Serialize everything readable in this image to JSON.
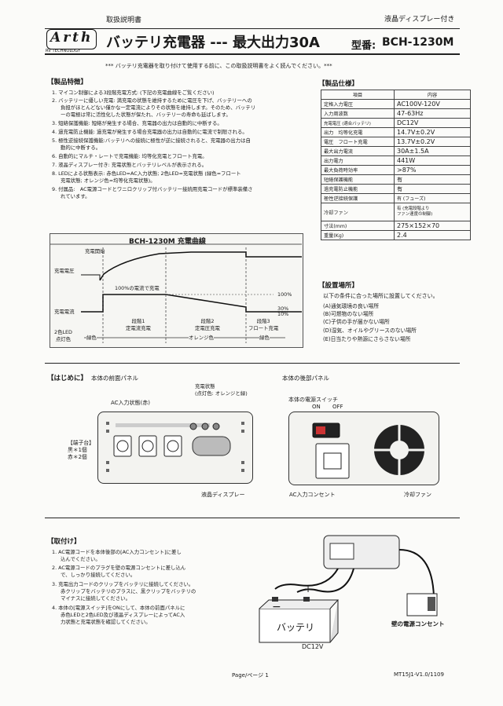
{
  "header": {
    "manual_label": "取扱説明書",
    "display_label": "液晶ディスプレー付き",
    "brand_name": "Arth",
    "brand_sub": "RV TECHNOLOGY",
    "title": "バッテリ充電器 --- 最大出力30A",
    "model_prefix": "型番:",
    "model_number": "BCH-1230M",
    "notice": "*** バッテリ充電器を取り付けて使用する前に、この取扱説明書をよく読んでください。***"
  },
  "features": {
    "heading": "【製品特徴】",
    "items": [
      "1. マイコン制御による3段階充電方式: (下記の充電曲線をご覧ください)",
      "2. バッテリーに優しい充電: 満充電の状態を維持するために電圧を下げ、バッテリーへの",
      "負担がほとんどない僅かな一定電流によりその状態を維持します。そのため、バッテリ",
      "ーの電極は常に活性化した状態が保たれ、バッテリーの寿命も延ばします。",
      "3. 短絡保護機能: 短絡が発生する場合、充電器の出力は自動的に中断する。",
      "4. 過充電防止機能: 過充電が発生する場合充電器の出力は自動的に電流で制限される。",
      "5. 極性逆接続保護機能:バッテリへの接続に極性が逆に接続されると、充電器の出力は自",
      "動的に中断する。",
      "6. 自動的にマルチ・レートで充電機能: 均等化充電とフロート充電。",
      "7. 液晶ディスプレー付き: 充電状態とバッテリレベルが表示される。",
      "8. LEDによる状態表示: 赤色LED=AC入力状態; 2色LED=充電状態 (緑色=フロート",
      "充電状態; オレンジ色=均等化充電状態)。",
      "9. 付属品:　AC電源コードとワニロクリップ付バッテリー接続用充電コードが標準装備さ",
      "れています。"
    ]
  },
  "spec": {
    "heading": "【製品仕様】",
    "col_item": "項目",
    "col_content": "内容",
    "rows": [
      {
        "k": "定格入力電圧",
        "v": "AC100V-120V"
      },
      {
        "k": "入力周波数",
        "v": "47-63Hz"
      },
      {
        "k": "充電電圧 (適合バッテリ)",
        "v": "DC12V"
      },
      {
        "k": "出力　均等化充電",
        "v": "14.7V±0.2V"
      },
      {
        "k": "電圧　フロート充電",
        "v": "13.7V±0.2V"
      },
      {
        "k": "最大出力電流",
        "v": "30A±1.5A"
      },
      {
        "k": "出力電力",
        "v": "441W"
      },
      {
        "k": "最大負荷時効率",
        "v": ">87%"
      },
      {
        "k": "短絡保護機能",
        "v": "有"
      },
      {
        "k": "過充電防止機能",
        "v": "有"
      },
      {
        "k": "極性逆接続保護",
        "v": "有 (フューズ)"
      },
      {
        "k": "冷却ファン",
        "v": "有 (充電段階より\nファン速度の制御)"
      },
      {
        "k": "寸法(mm)",
        "v": "275×152×70"
      },
      {
        "k": "重量(Kg)",
        "v": "2.4"
      }
    ]
  },
  "curve": {
    "title": "BCH-1230M 充電曲線",
    "charge_start": "充電開始",
    "voltage_label": "充電電圧",
    "current_label": "充電電流",
    "full_current": "100%の電流で充電",
    "pct_100": "100%",
    "pct_30": "30%",
    "pct_10": "10%",
    "stage1": "段階1\n定電流充電",
    "stage2": "段階2\n定電圧充電",
    "stage3": "段階3\nフロート充電",
    "led_label": "2色LED\n点灯色",
    "green1": "緑色",
    "orange": "オレンジ色",
    "green2": "緑色"
  },
  "install": {
    "heading": "【設置場所】",
    "intro": "以下の条件に合った場所に設置してください。",
    "items": [
      "(A)通気環境の良い場所",
      "(B)可燃物のない場所",
      "(C)子供の手が届かない場所",
      "(D)湿気、オイルやグリースのない場所",
      "(E)日当たりや熱源にさらさない場所"
    ]
  },
  "intro": {
    "heading": "【はじめに】",
    "front_title": "本体の前面パネル",
    "rear_title": "本体の後部パネル",
    "charge_state": "充電状態\n(点灯色: オレンジと緑)",
    "ac_state": "AC入力状態(赤)",
    "terminal": "【端子台】\n黒＊1個\n赤＊2個",
    "lcd": "液晶ディスプレー",
    "power_switch": "本体の電源スイッチ",
    "on": "ON",
    "off": "OFF",
    "ac_outlet": "AC入力コンセント",
    "fan": "冷却ファン"
  },
  "install_steps": {
    "heading": "【取付け】",
    "items": [
      "1. AC電源コードを本体後部の[AC入力コンセント]に差し",
      "込んでください。",
      "2. AC電源コードのプラグを壁の電源コンセントに差し込ん",
      "で、しっかり接続してください。",
      "3. 充電出力コードのクリップをバッテリに接続してください。",
      "赤クリップをバッテリのプラスに、黒クリップをバッテリの",
      "マイナスに接続してください。",
      "4. 本体の[電源スイッチ]をONにして、本体の前面パネルに",
      "赤色LEDと2色LED及び液晶ディスプレーによってAC入",
      "力状態と充電状態を確認してください。"
    ],
    "battery": "バッテリ",
    "minus": "−",
    "plus": "+",
    "dc": "DC12V",
    "wall_outlet": "壁の電源コンセント"
  },
  "footer": {
    "page": "Page/ページ 1",
    "code": "MT15J1-V1.0/1109"
  }
}
